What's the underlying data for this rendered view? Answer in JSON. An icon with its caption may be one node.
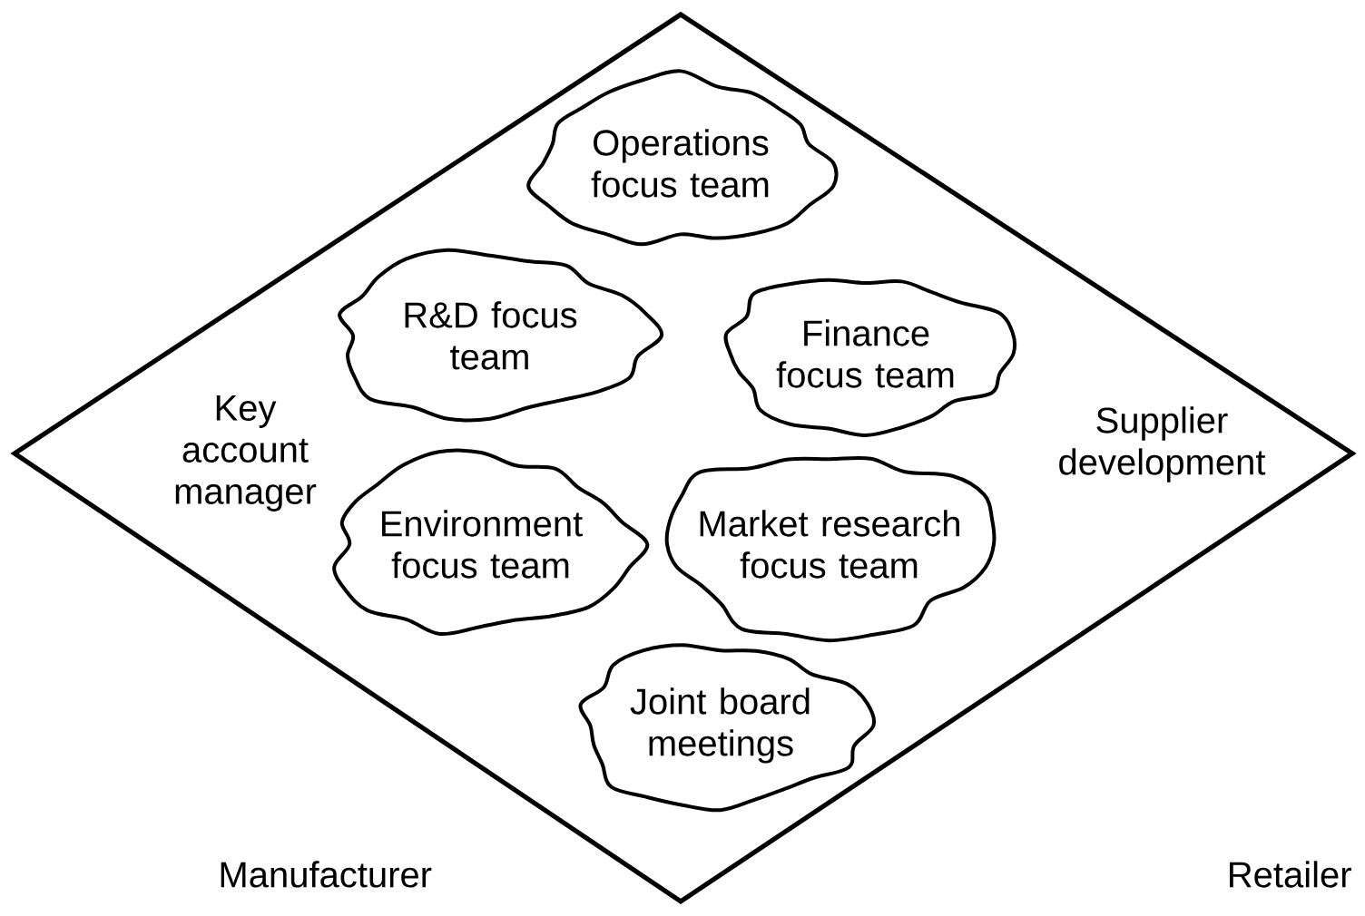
{
  "diagram": {
    "nodes": [
      {
        "text": [
          "Key account manager",
          "Supplier development"
        ]
      },
      {
        "text": [
          "Operations focus team"
        ],
        "in": 0
      },
      {
        "text": [
          "R&D focus team"
        ],
        "in": 0
      },
      {
        "text": [
          "Finance focus team"
        ],
        "in": 0
      },
      {
        "text": [
          "Environment focus team"
        ],
        "in": 0
      },
      {
        "text": [
          "Market research focus team"
        ],
        "in": 0
      },
      {
        "text": [
          "Joint board meetings"
        ],
        "in": 0
      }
    ],
    "labels": [
      "Manufacturer",
      "Retailer"
    ]
  }
}
